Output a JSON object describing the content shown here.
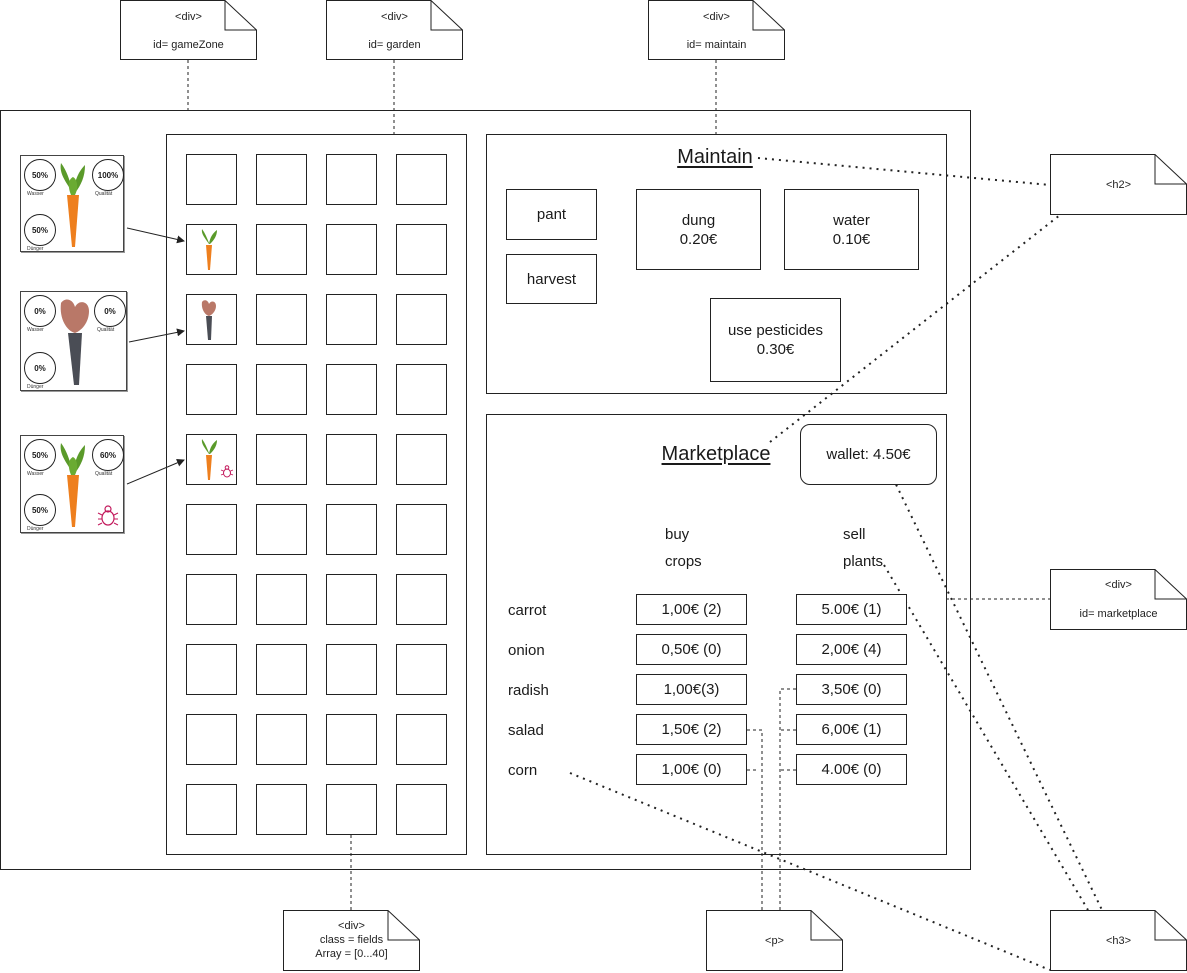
{
  "notes": {
    "gamezone": {
      "tag": "<div>",
      "id_text": "id= gameZone"
    },
    "garden": {
      "tag": "<div>",
      "id_text": "id= garden"
    },
    "maintain": {
      "tag": "<div>",
      "id_text": "id= maintain"
    },
    "h2": {
      "tag": "<h2>"
    },
    "marketplace": {
      "tag": "<div>",
      "id_text": "id= marketplace"
    },
    "fields": {
      "tag": "<div>",
      "class_text": "class = fields",
      "array_text": "Array = [0...40]"
    },
    "p": {
      "tag": "<p>"
    },
    "h3": {
      "tag": "<h3>"
    }
  },
  "maintain": {
    "title": "Maintain",
    "pant": "pant",
    "harvest": "harvest",
    "dung": {
      "label": "dung",
      "price": "0.20€"
    },
    "water": {
      "label": "water",
      "price": "0.10€"
    },
    "pesticides": {
      "label": "use pesticides",
      "price": "0.30€"
    }
  },
  "marketplace": {
    "title": "Marketplace",
    "wallet": "wallet: 4.50€",
    "buy_header": {
      "line1": "buy",
      "line2": "crops"
    },
    "sell_header": {
      "line1": "sell",
      "line2": "plants"
    },
    "rows": [
      {
        "crop": "carrot",
        "buy": "1,00€ (2)",
        "sell": "5.00€ (1)"
      },
      {
        "crop": "onion",
        "buy": "0,50€ (0)",
        "sell": "2,00€ (4)"
      },
      {
        "crop": "radish",
        "buy": "1,00€(3)",
        "sell": "3,50€ (0)"
      },
      {
        "crop": "salad",
        "buy": "1,50€ (2)",
        "sell": "6,00€ (1)"
      },
      {
        "crop": "corn",
        "buy": "1,00€ (0)",
        "sell": "4.00€ (0)"
      }
    ]
  },
  "cards": [
    {
      "wasser": "50%",
      "qualitat": "100%",
      "dunger": "50%",
      "plant": "healthy carrot"
    },
    {
      "wasser": "0%",
      "qualitat": "0%",
      "dunger": "0%",
      "plant": "withered carrot"
    },
    {
      "wasser": "50%",
      "qualitat": "60%",
      "dunger": "50%",
      "plant": "carrot with bug"
    }
  ],
  "card_labels": {
    "wasser": "Wasser",
    "qualitat": "Qualität",
    "dunger": "Dünger"
  },
  "garden": {
    "rows": 10,
    "cols": 4,
    "planted": [
      {
        "row": 1,
        "col": 0,
        "plant": "healthy carrot"
      },
      {
        "row": 2,
        "col": 0,
        "plant": "withered carrot"
      },
      {
        "row": 4,
        "col": 0,
        "plant": "carrot with bug"
      }
    ]
  },
  "colors": {
    "leaf": "#5a9a2a",
    "carrot": "#ee7f1e",
    "withered_leaf": "#b97868",
    "withered_root": "#4a4d55",
    "bug": "#c2185b"
  }
}
